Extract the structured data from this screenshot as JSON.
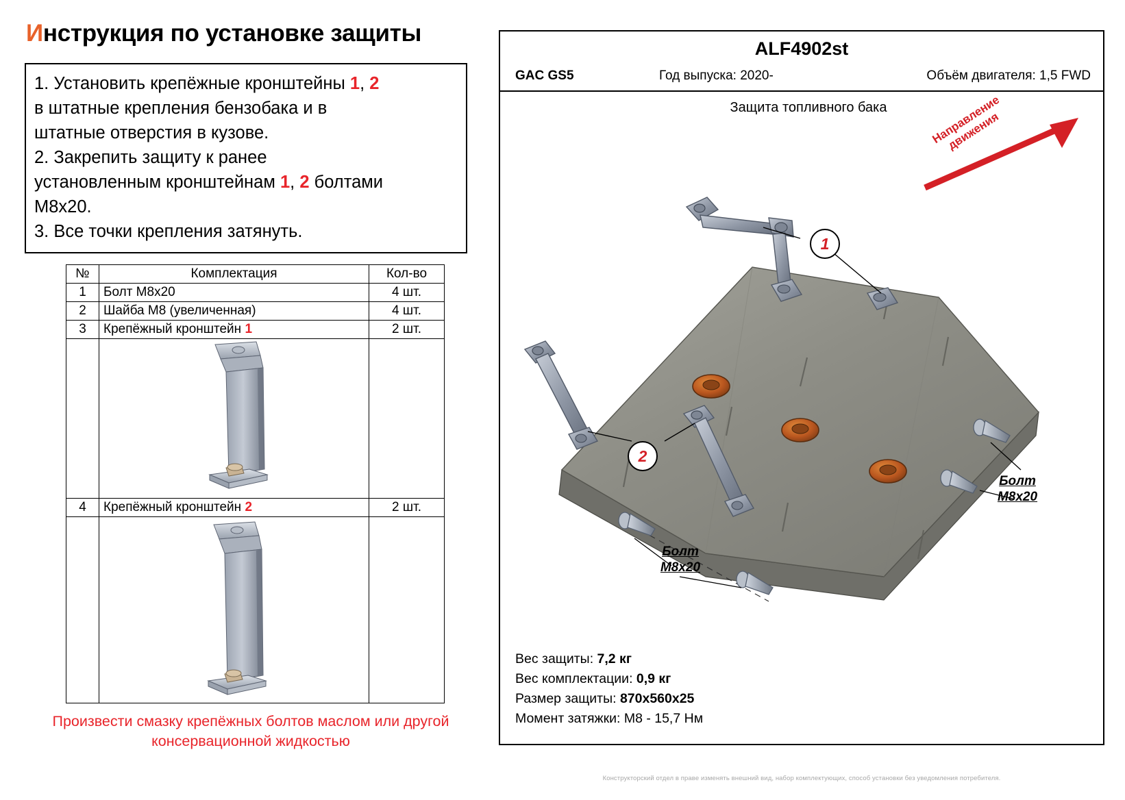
{
  "title": {
    "accent_letter": "И",
    "rest": "нструкция по установке защиты"
  },
  "instructions": {
    "lines": [
      [
        {
          "t": "1. Установить крепёжные кронштейны "
        },
        {
          "t": "1",
          "c": "red"
        },
        {
          "t": ", "
        },
        {
          "t": "2",
          "c": "red"
        }
      ],
      [
        {
          "t": "в штатные крепления бензобака и в"
        }
      ],
      [
        {
          "t": "штатные отверстия в кузове."
        }
      ],
      [
        {
          "t": "2. Закрепить защиту к ранее"
        }
      ],
      [
        {
          "t": "установленным кронштейнам "
        },
        {
          "t": "1",
          "c": "red"
        },
        {
          "t": ", "
        },
        {
          "t": "2",
          "c": "red"
        },
        {
          "t": " болтами"
        }
      ],
      [
        {
          "t": "M8x20."
        }
      ],
      [
        {
          "t": "3. Все точки крепления затянуть."
        }
      ]
    ]
  },
  "parts_table": {
    "headers": {
      "no": "№",
      "name": "Комплектация",
      "qty": "Кол-во"
    },
    "rows": [
      {
        "no": "1",
        "name": "Болт M8x20",
        "name_suffix": "",
        "qty": "4 шт."
      },
      {
        "no": "2",
        "name": "Шайба M8 (увеличенная)",
        "name_suffix": "",
        "qty": "4 шт."
      },
      {
        "no": "3",
        "name": "Крепёжный кронштейн ",
        "name_suffix": "1",
        "qty": "2 шт."
      },
      {
        "no": "4",
        "name": "Крепёжный кронштейн ",
        "name_suffix": "2",
        "qty": "2 шт."
      }
    ]
  },
  "warning": {
    "line1": "Произвести смазку крепёжных болтов маслом или другой",
    "line2": "консервационной жидкостью"
  },
  "right_panel": {
    "code": "ALF4902st",
    "model": "GAC GS5",
    "year": "Год выпуска: 2020-",
    "engine": "Объём двигателя: 1,5 FWD",
    "subtitle": "Защита топливного бака",
    "direction_label_line1": "Направление",
    "direction_label_line2": "движения",
    "callouts": [
      {
        "id": "1"
      },
      {
        "id": "2"
      }
    ],
    "bolt_labels": [
      {
        "line1": "Болт",
        "line2": "M8x20"
      },
      {
        "line1": "Болт",
        "line2": "M8x20"
      }
    ],
    "specs": [
      {
        "label": "Вес защиты: ",
        "value": "7,2 кг"
      },
      {
        "label": "Вес комплектации: ",
        "value": "0,9 кг"
      },
      {
        "label": "Размер защиты: ",
        "value": "870x560x25"
      },
      {
        "label": "Момент затяжки:  M8 - 15,7 Нм",
        "value": ""
      }
    ],
    "footer": "Конструкторский отдел в праве изменять внешний вид, набор комплектующих, способ установки без уведомления потребителя."
  },
  "colors": {
    "accent_orange": "#e8622a",
    "red": "#e8242a",
    "dir_red": "#d42026",
    "metal_light": "#c9cfd8",
    "metal_dark": "#7e8694",
    "plate_fill": "#8e8e87"
  }
}
